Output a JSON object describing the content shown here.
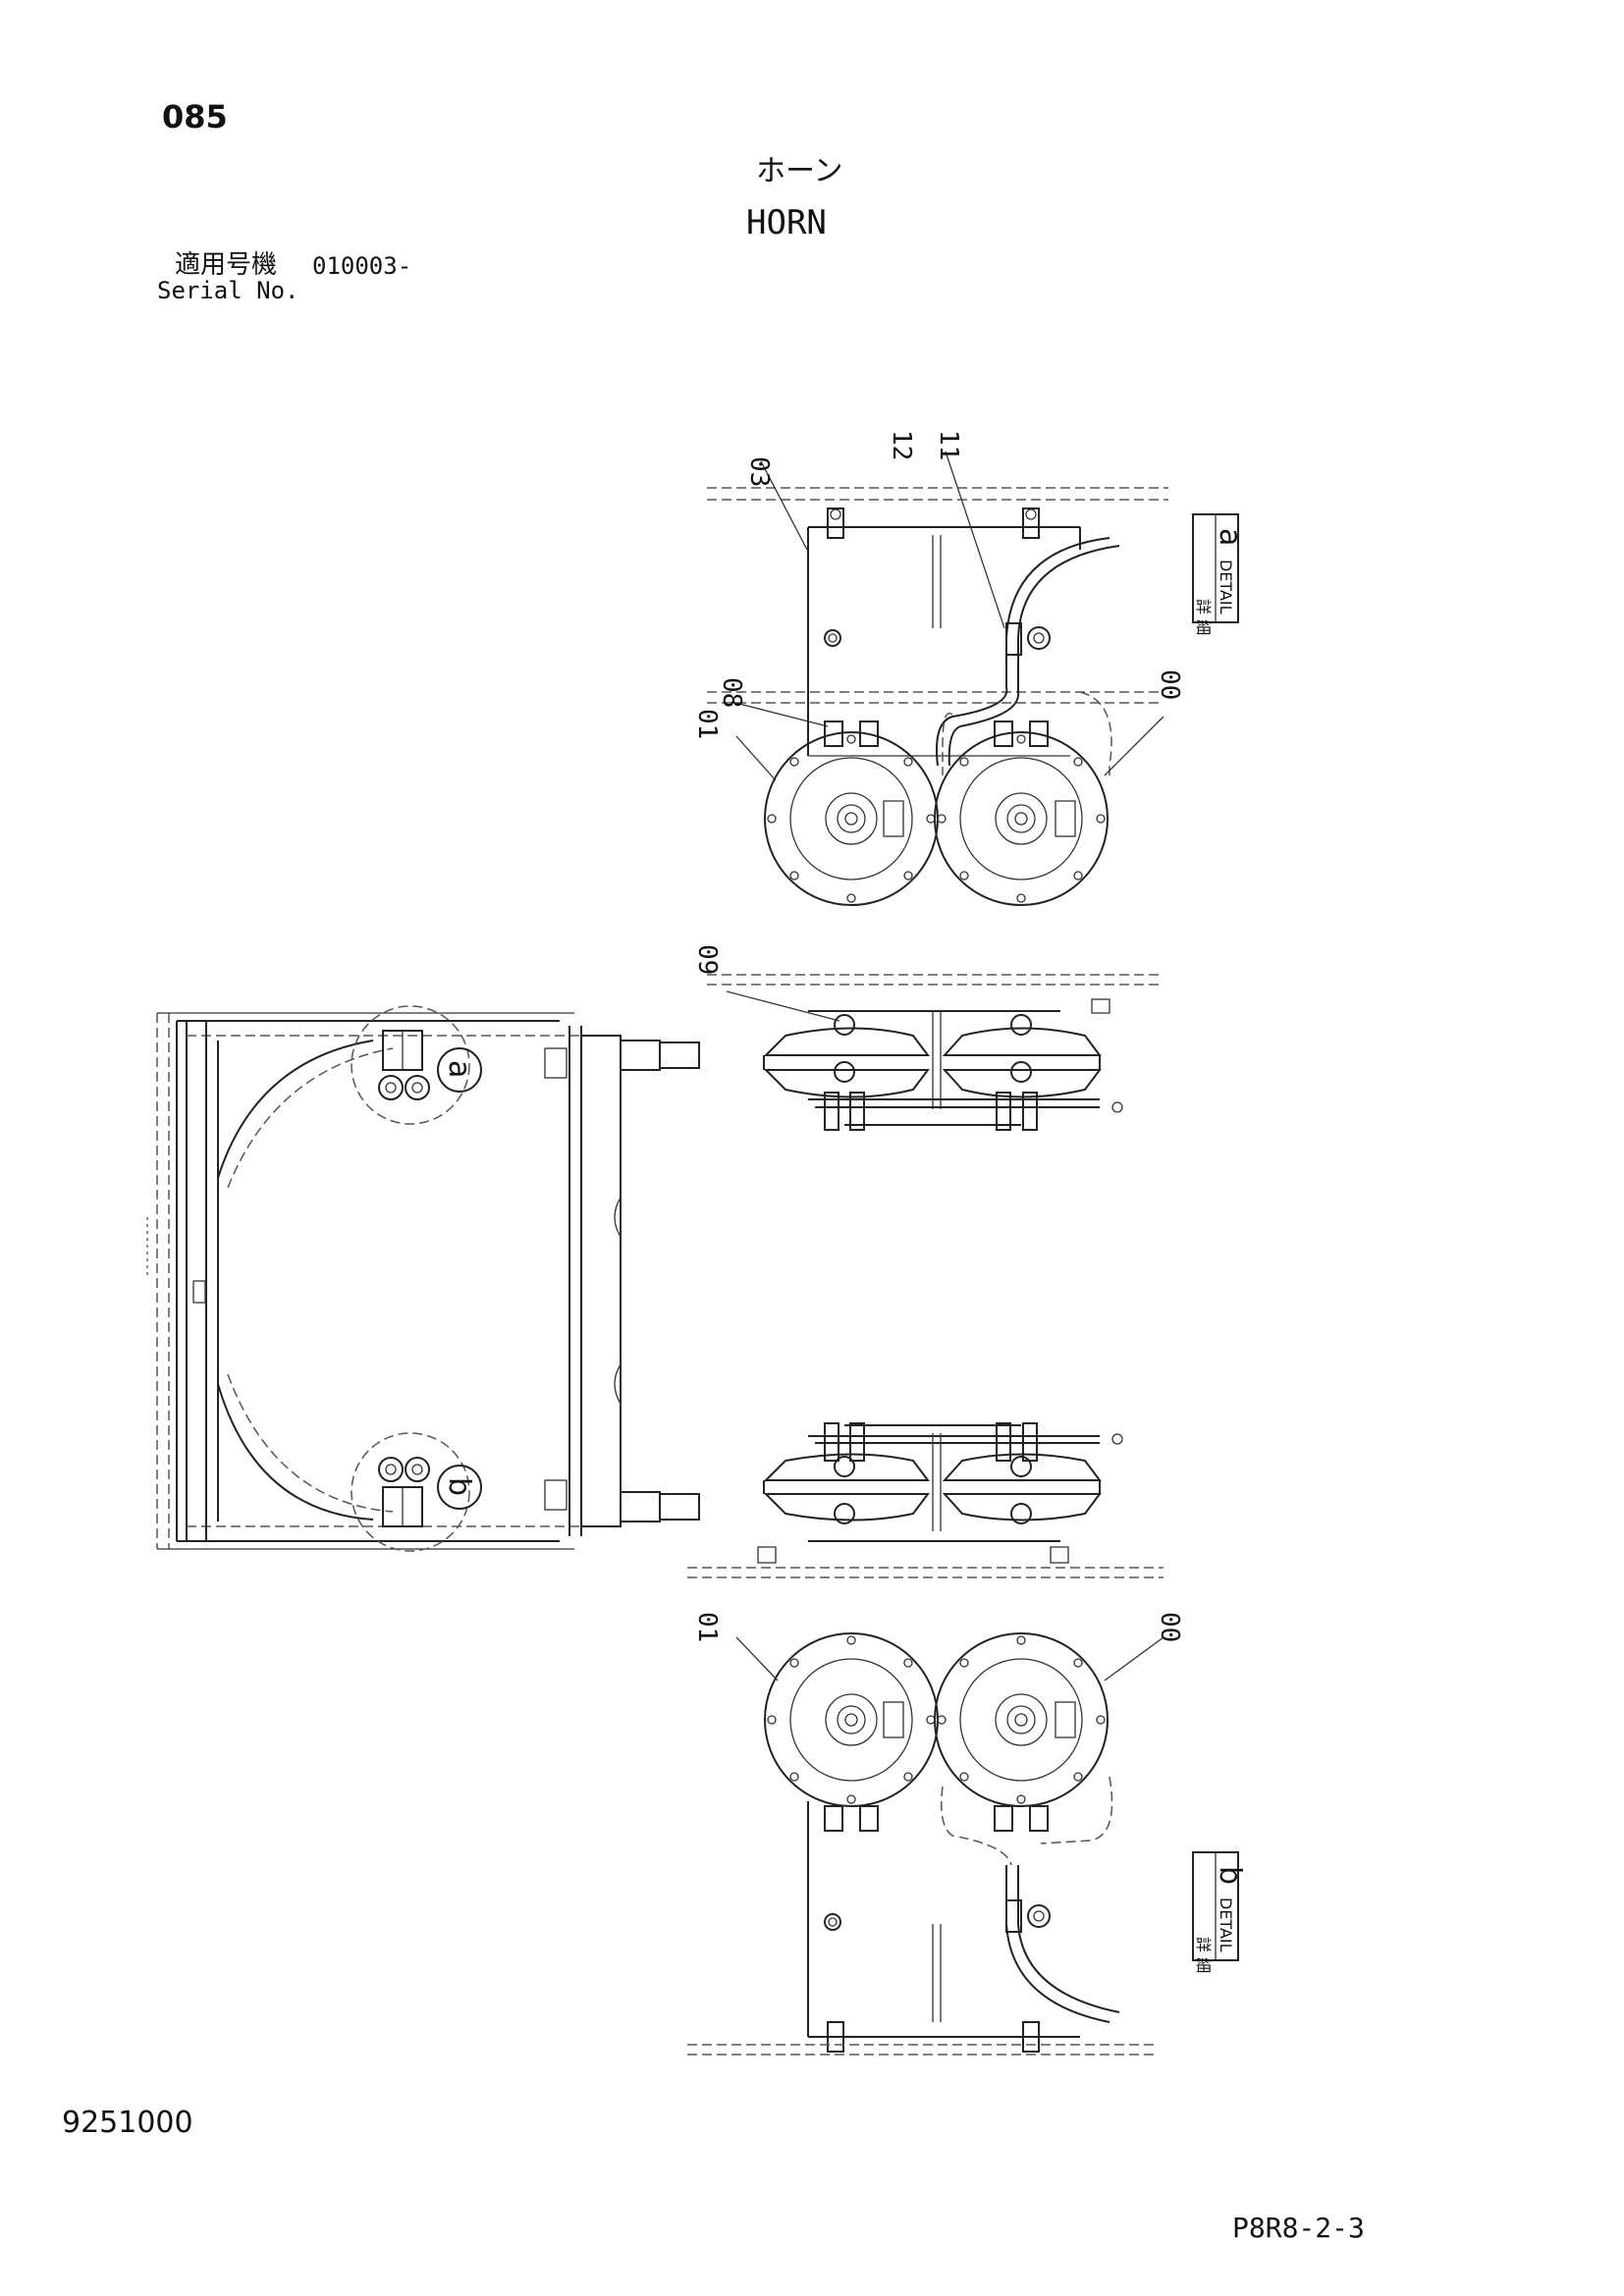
{
  "header": {
    "page_number": "085",
    "title_jp": "ホーン",
    "title_en": "HORN",
    "serial_label_jp": "適用号機",
    "serial_value": "010003-",
    "serial_label_en": "Serial No."
  },
  "footer": {
    "doc_number": "9251000",
    "page_code": "P8R8-2-3"
  },
  "callouts": {
    "c03": "03",
    "c12": "12",
    "c11": "11",
    "c08": "08",
    "c01_top": "01",
    "c00_top": "00",
    "c09": "09",
    "c01_bottom": "01",
    "c00_bottom": "00"
  },
  "details": {
    "a": {
      "jp": "詳 細",
      "en": "DETAIL",
      "letter": "a"
    },
    "b": {
      "jp": "詳 細",
      "en": "DETAIL",
      "letter": "b"
    }
  },
  "view_markers": {
    "a": "a",
    "b": "b"
  }
}
